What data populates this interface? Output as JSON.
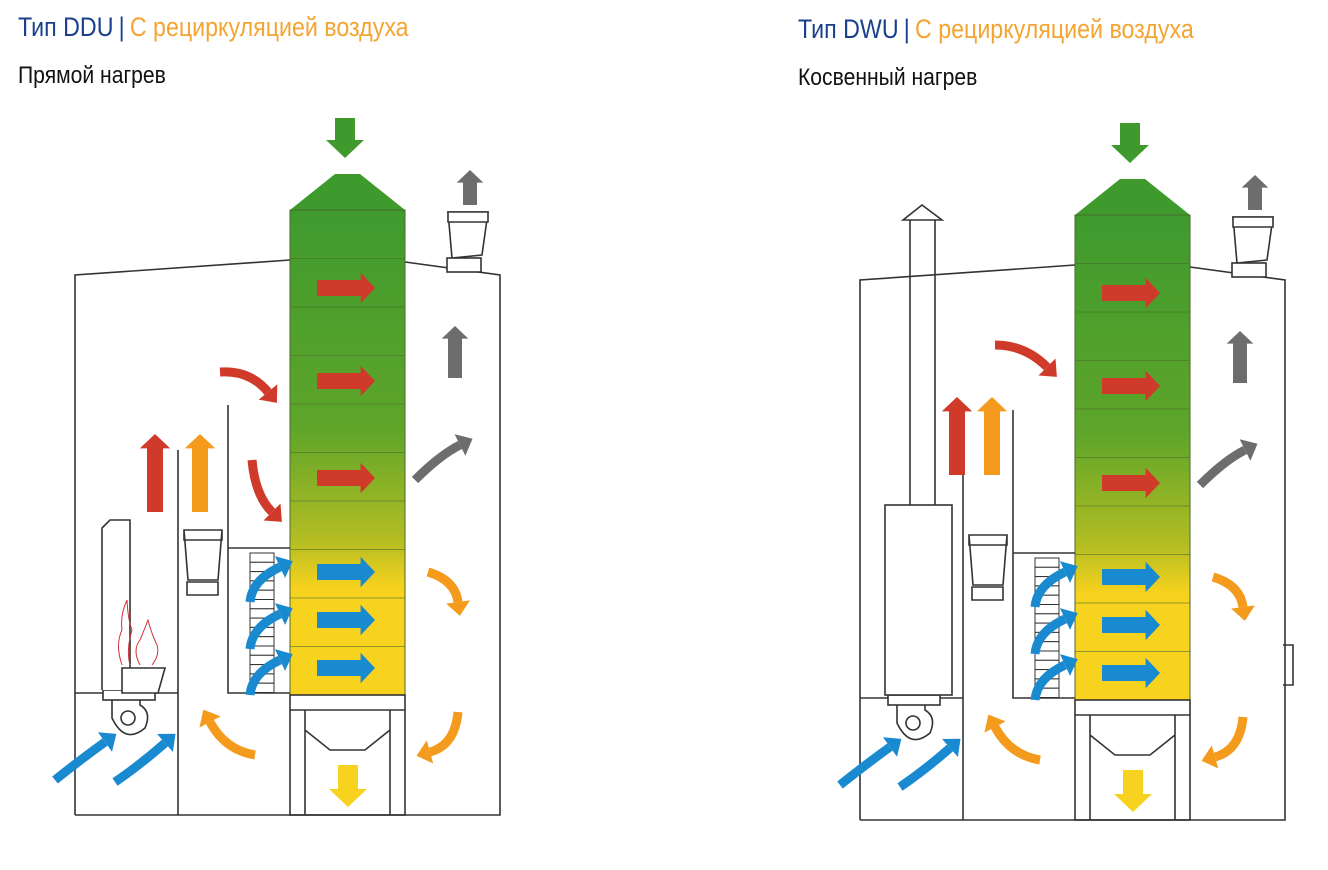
{
  "panels": [
    {
      "type_label": "Тип DDU",
      "separator": "|",
      "subtitle": "С рециркуляцией воздуха",
      "heating": "Прямой нагрев",
      "variant": "direct"
    },
    {
      "type_label": "Тип DWU",
      "separator": "|",
      "subtitle": "С рециркуляцией воздуха",
      "heating": "Косвенный нагрев",
      "variant": "indirect"
    }
  ],
  "colors": {
    "grain_green": "#3f9a2e",
    "grain_yellow": "#f7d21e",
    "hot_air": "#cf3a2a",
    "warm_air": "#f49a1c",
    "cool_air": "#1a8ad0",
    "exhaust": "#6d6d6d",
    "outline": "#333333"
  }
}
